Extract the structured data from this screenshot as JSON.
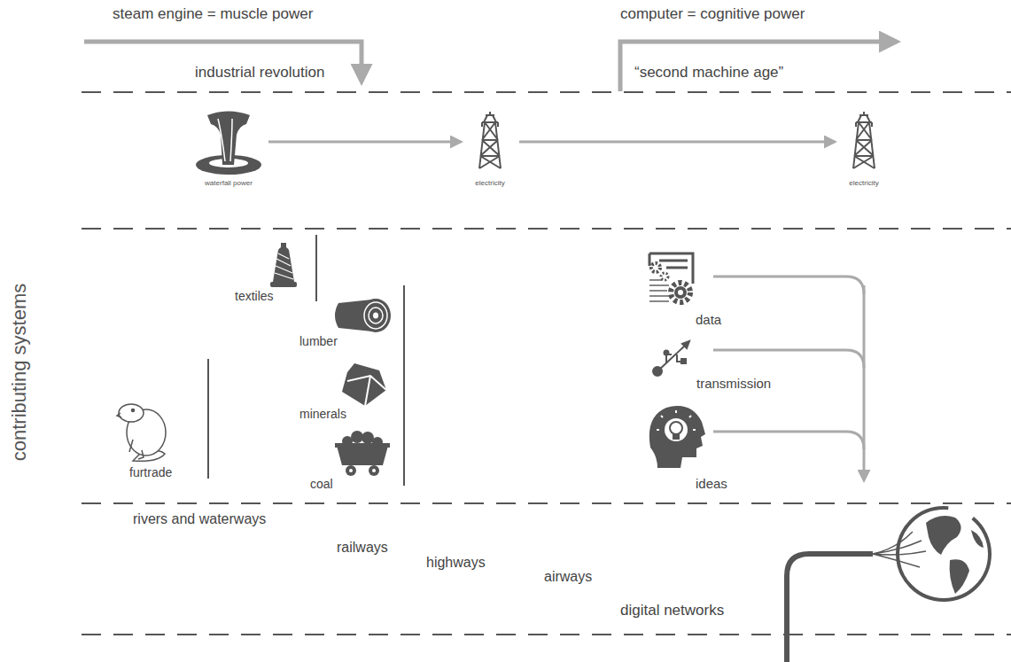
{
  "diagram": {
    "nodes": [
      {
        "text": [
          "waterfall power"
        ]
      },
      {
        "text": [
          "electricity"
        ]
      },
      {
        "text": [
          "electricity"
        ]
      }
    ],
    "edges": [
      {
        "from": 0,
        "to": 1,
        "arrow": "to"
      },
      {
        "from": 1,
        "to": 2,
        "arrow": "to"
      }
    ],
    "labels": [
      "steam engine = muscle power",
      "industrial revolution",
      "computer = cognitive power",
      "“second machine age”",
      "contributing systems",
      "textiles",
      "lumber",
      "minerals",
      "coal",
      "furtrade",
      "data",
      "transmission",
      "ideas",
      "rivers and waterways",
      "railways",
      "highways",
      "airways",
      "digital networks"
    ]
  }
}
